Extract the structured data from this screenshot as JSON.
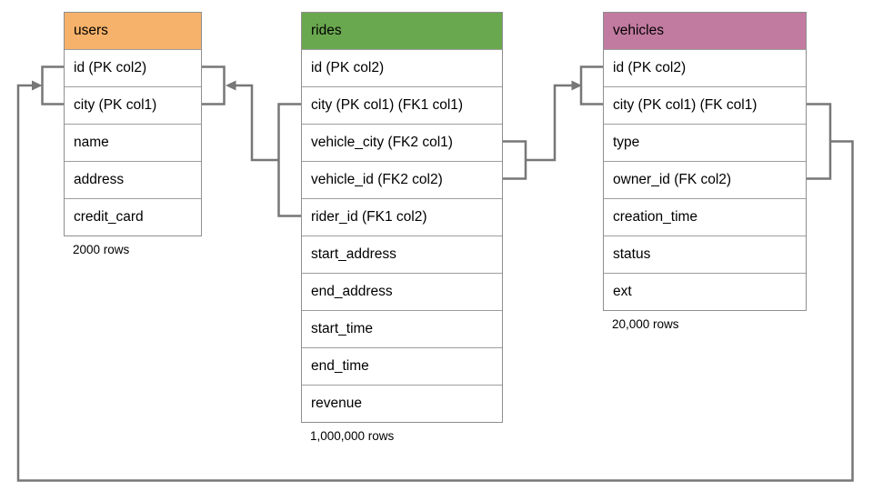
{
  "diagram": {
    "background": "#ffffff",
    "connector_color": "#777777",
    "table_border_color": "#9e9e9e",
    "tables": [
      {
        "name": "users",
        "header_color": "#F6B26B",
        "columns": [
          "id (PK col2)",
          "city (PK col1)",
          "name",
          "address",
          "credit_card"
        ],
        "row_count": "2000 rows"
      },
      {
        "name": "rides",
        "header_color": "#6AA84F",
        "columns": [
          "id (PK col2)",
          "city (PK col1) (FK1 col1)",
          "vehicle_city (FK2 col1)",
          "vehicle_id (FK2 col2)",
          "rider_id (FK1 col2)",
          "start_address",
          "end_address",
          "start_time",
          "end_time",
          "revenue"
        ],
        "row_count": "1,000,000 rows"
      },
      {
        "name": "vehicles",
        "header_color": "#C27BA0",
        "columns": [
          "id (PK col2)",
          "city (PK col1) (FK col1)",
          "type",
          "owner_id (FK col2)",
          "creation_time",
          "status",
          "ext"
        ],
        "row_count": "20,000 rows"
      }
    ],
    "relationships": [
      {
        "from": "rides(city, rider_id) FK1",
        "to": "users(id, city) PK"
      },
      {
        "from": "rides(vehicle_city, vehicle_id) FK2",
        "to": "vehicles(id, city) PK"
      },
      {
        "from": "vehicles(city, owner_id) FK",
        "to": "users(id, city) PK"
      }
    ]
  }
}
